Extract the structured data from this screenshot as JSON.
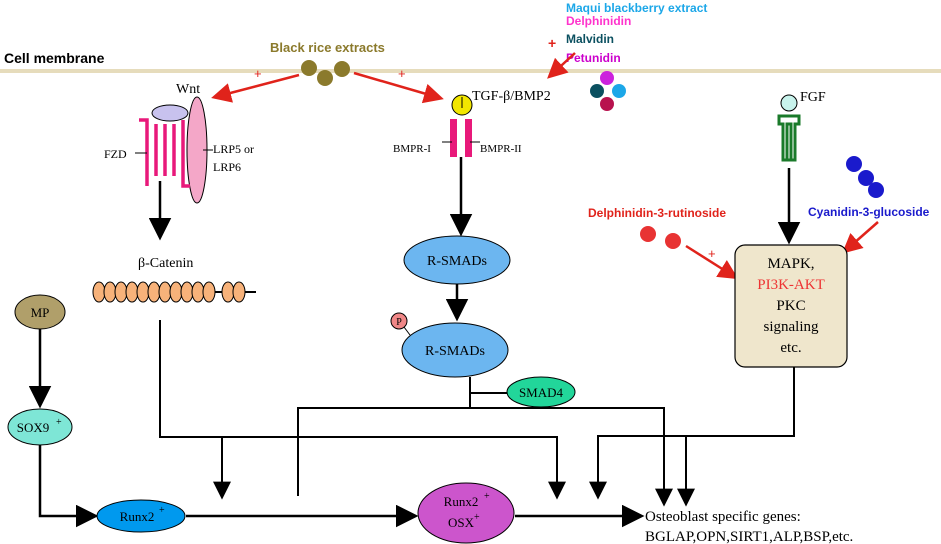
{
  "membrane": {
    "label": "Cell membrane"
  },
  "extracts": {
    "black_rice": "Black rice extracts",
    "maqui_title": "Maqui blackberry extract",
    "delphinidin": "Delphinidin",
    "malvidin": "Malvidin",
    "petunidin": "Petunidin",
    "delph_rut": "Delphinidin-3-rutinoside",
    "cyanidin": "Cyanidin-3-glucoside"
  },
  "signs": {
    "plus": "+"
  },
  "wnt": {
    "wnt": "Wnt",
    "fzd": "FZD",
    "lrp_line1": "LRP5 or",
    "lrp_line2": "LRP6",
    "catenin": "β-Catenin"
  },
  "tgf": {
    "ligand": "TGF-β/BMP2",
    "bmpr1": "BMPR-I",
    "bmpr2": "BMPR-II",
    "rsmads": "R-SMADs",
    "rsmads_p": "R-SMADs",
    "p": "P",
    "smad4": "SMAD4"
  },
  "fgf": {
    "ligand": "FGF",
    "box_line1": "MAPK,",
    "box_line2": "PI3K-AKT",
    "box_line3": "PKC",
    "box_line4": "signaling",
    "box_line5": "etc."
  },
  "lineage": {
    "mp": "MP",
    "sox9": "SOX9",
    "sox9_sup": "+",
    "runx2": "Runx2",
    "runx2_sup": "+",
    "runx2b": "Runx2",
    "runx2b_sup": "+",
    "osx": "OSX",
    "osx_sup": "+"
  },
  "output": {
    "line1": "Osteoblast specific genes:",
    "line2": "BGLAP,OPN,SIRT1,ALP,BSP,etc."
  },
  "colors": {
    "membrane": "#e6dcbc",
    "black_rice": "#8b7a2c",
    "red_arrow": "#e0231b",
    "maqui": "#1ca7e8",
    "delphinidin": "#ff33cc",
    "malvidin": "#0b5060",
    "petunidin": "#cc00cc",
    "cyanidin": "#1a1acc",
    "blue_node": "#6cb6f0",
    "smad4": "#22d69a",
    "box": "#efe6cc",
    "catenin": "#f7b27a",
    "runx2": "#0099ee",
    "runx2_osx": "#cc55cc",
    "sox9": "#7ee6d6",
    "mp": "#b09f6a",
    "pi3k": "#ee3333"
  }
}
